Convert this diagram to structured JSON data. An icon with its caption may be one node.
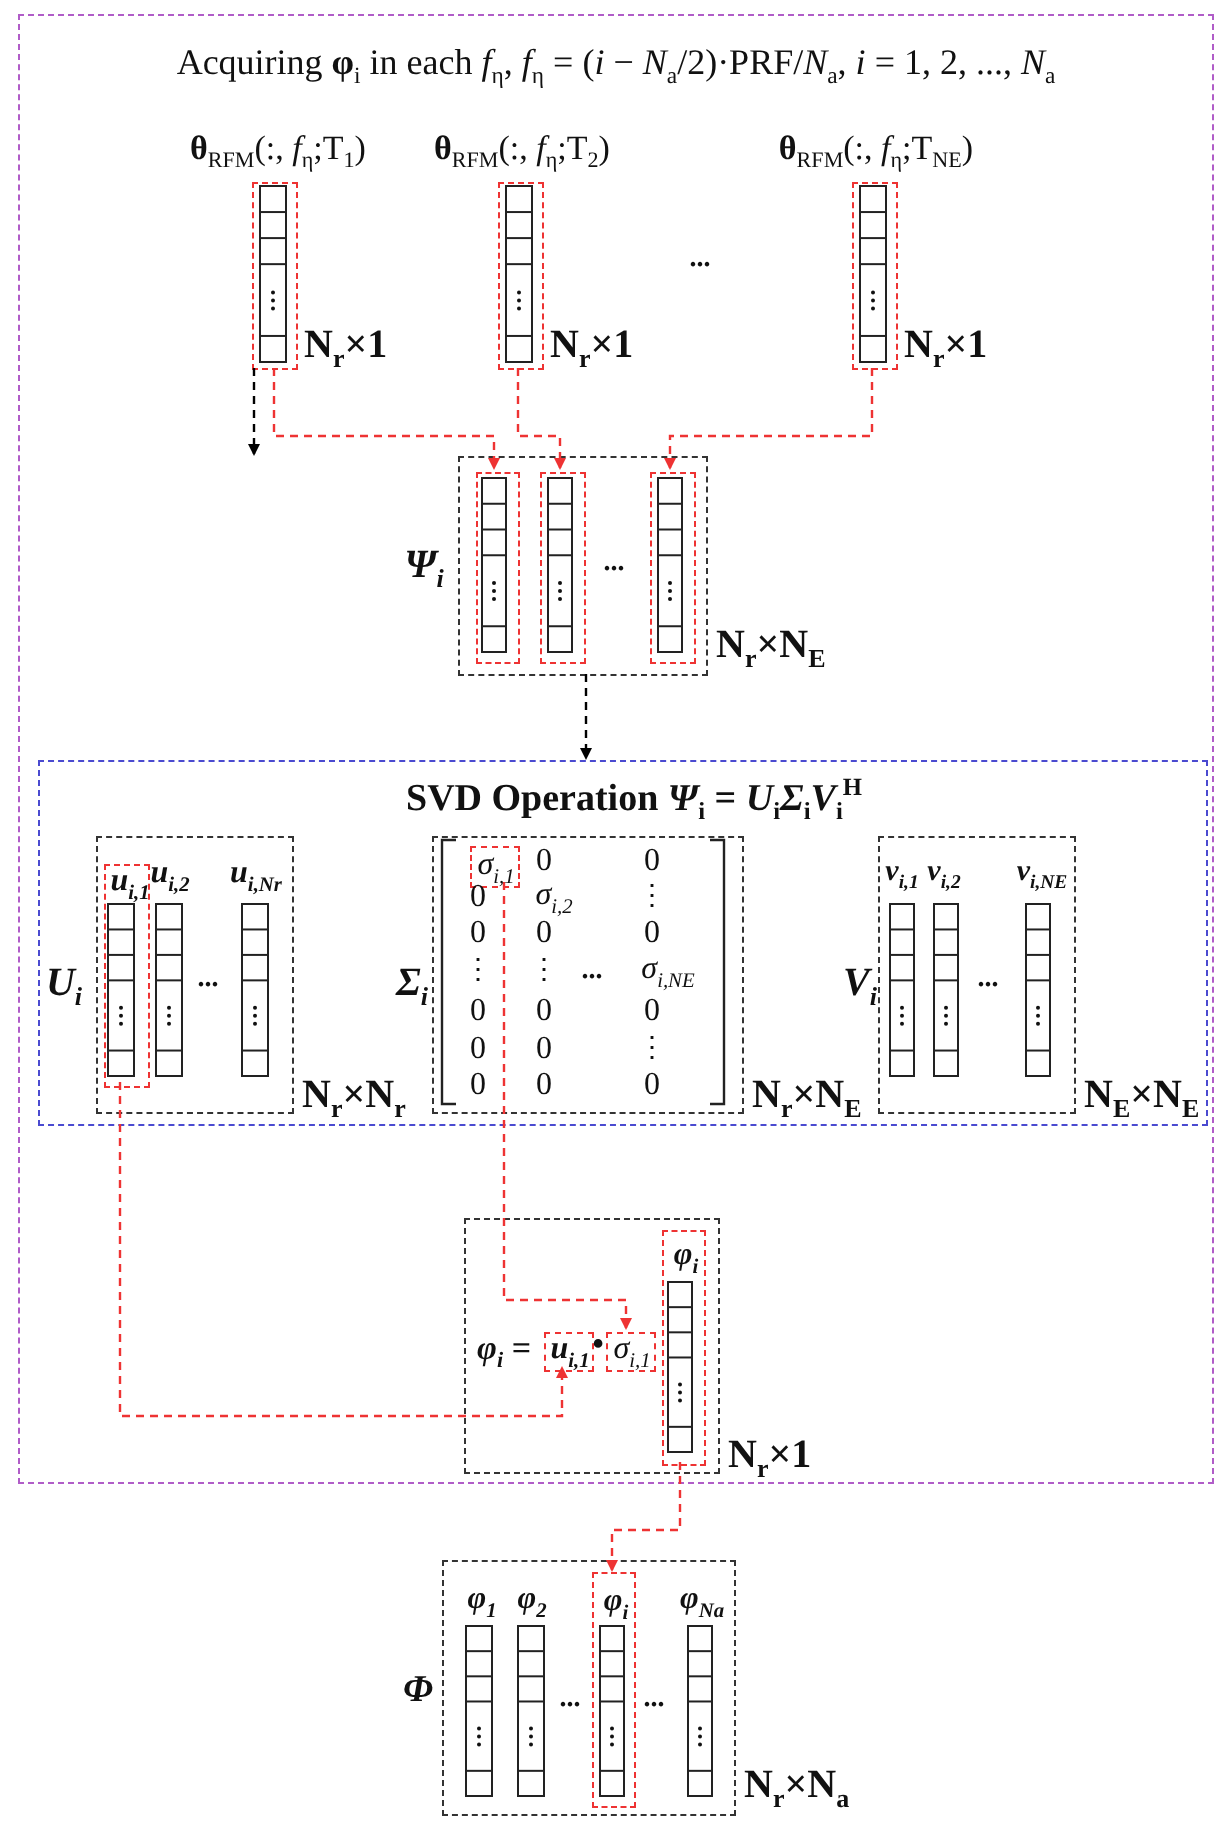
{
  "diagram": {
    "nodes": [
      {
        "text": [
          "Acquiring **φ**$_{i}$ in each *f*$_{η}$, *f*$_{η}$ = (*i* − *N*$_{a}$/2)·PRF/*N*$_{a}$, *i* = 1, 2, ..., *N*$_{a}$"
        ]
      },
      {
        "text": [
          "**θ**$_{RFM}$(:, *f*$_{η}$;T$_{1}$)"
        ],
        "beside": [
          "N$_{r}$×1"
        ],
        "in": 0
      },
      {
        "text": [
          "**θ**$_{RFM}$(:, *f*$_{η}$;T$_{2}$)"
        ],
        "beside": [
          "N$_{r}$×1"
        ],
        "in": 0
      },
      {
        "text": [
          "**θ**$_{RFM}$(:, *f*$_{η}$;T$_{NE}$)"
        ],
        "beside": [
          "N$_{r}$×1"
        ],
        "in": 0
      },
      {
        "text": [
          "Ψ$_{i}$"
        ],
        "beside": [
          "N$_{r}$×N$_{E}$"
        ],
        "in": 0
      },
      {
        "text": [],
        "shape": "box",
        "in": 4
      },
      {
        "text": [],
        "shape": "box",
        "in": 4
      },
      {
        "text": [],
        "shape": "box",
        "in": 4
      },
      {
        "text": [
          "SVD Operation *Ψ*$_{i}$ = *U*$_{i}$*Σ*$_{i}$*V*$_{i}$$^{H}$"
        ],
        "in": 0
      },
      {
        "text": [
          "U$_{i}$"
        ],
        "beside": [
          "N$_{r}$×N$_{r}$"
        ],
        "in": 8
      },
      {
        "text": [
          "u$_{i,1}$"
        ],
        "in": 9
      },
      {
        "text": [
          "Σ$_{i}$"
        ],
        "beside": [
          "N$_{r}$×N$_{E}$"
        ],
        "in": 8
      },
      {
        "text": [
          "σ$_{i,1}$"
        ],
        "in": 11
      },
      {
        "text": [
          "V$_{i}$"
        ],
        "beside": [
          "N$_{E}$×N$_{E}$"
        ],
        "in": 8
      },
      {
        "text": [
          "φ$_{i}$ ="
        ],
        "beside": [
          "N$_{r}$×1"
        ],
        "in": 0
      },
      {
        "text": [
          "u$_{i,1}$"
        ],
        "in": 14
      },
      {
        "text": [
          "σ$_{i,1}$"
        ],
        "in": 14
      },
      {
        "text": [
          "φ$_{i}$"
        ],
        "in": 14
      },
      {
        "text": [
          "Φ"
        ],
        "beside": [
          "N$_{r}$×N$_{a}$"
        ]
      },
      {
        "text": [
          "φ$_{i}$"
        ],
        "in": 18
      }
    ],
    "edges": [
      {
        "from": 1,
        "to": 5,
        "arrow": "to",
        "style": "dashed"
      },
      {
        "from": 2,
        "to": 6,
        "arrow": "to",
        "style": "dashed"
      },
      {
        "from": 3,
        "to": 7,
        "arrow": "to",
        "style": "dashed"
      },
      {
        "from": 1,
        "to": null,
        "arrow": "to",
        "style": "dashed",
        "color": "#000000"
      },
      {
        "from": 4,
        "to": 8,
        "arrow": "to",
        "style": "dashed",
        "color": "#000000"
      },
      {
        "from": 10,
        "to": 15,
        "arrow": "to",
        "style": "dashed"
      },
      {
        "from": 12,
        "to": 16,
        "arrow": "to",
        "style": "dashed"
      },
      {
        "from": 17,
        "to": 19,
        "arrow": "to",
        "style": "dashed"
      }
    ],
    "labels": [
      "...",
      "...",
      "u$_{i,2}$",
      "u$_{i,Nr}$",
      "...",
      "0",
      "0",
      "0",
      "σ$_{i,2}$",
      "⋮",
      "0",
      "0",
      "0",
      "⋮",
      "⋮",
      "...",
      "σ$_{i,NE}$",
      "0",
      "0",
      "0",
      "0",
      "0",
      "⋮",
      "0",
      "0",
      "0",
      "v$_{i,1}$",
      "v$_{i,2}$",
      "...",
      "v$_{i,NE}$",
      "•",
      "φ$_{1}$",
      "φ$_{2}$",
      "...",
      "...",
      "φ$_{Na}$"
    ]
  }
}
